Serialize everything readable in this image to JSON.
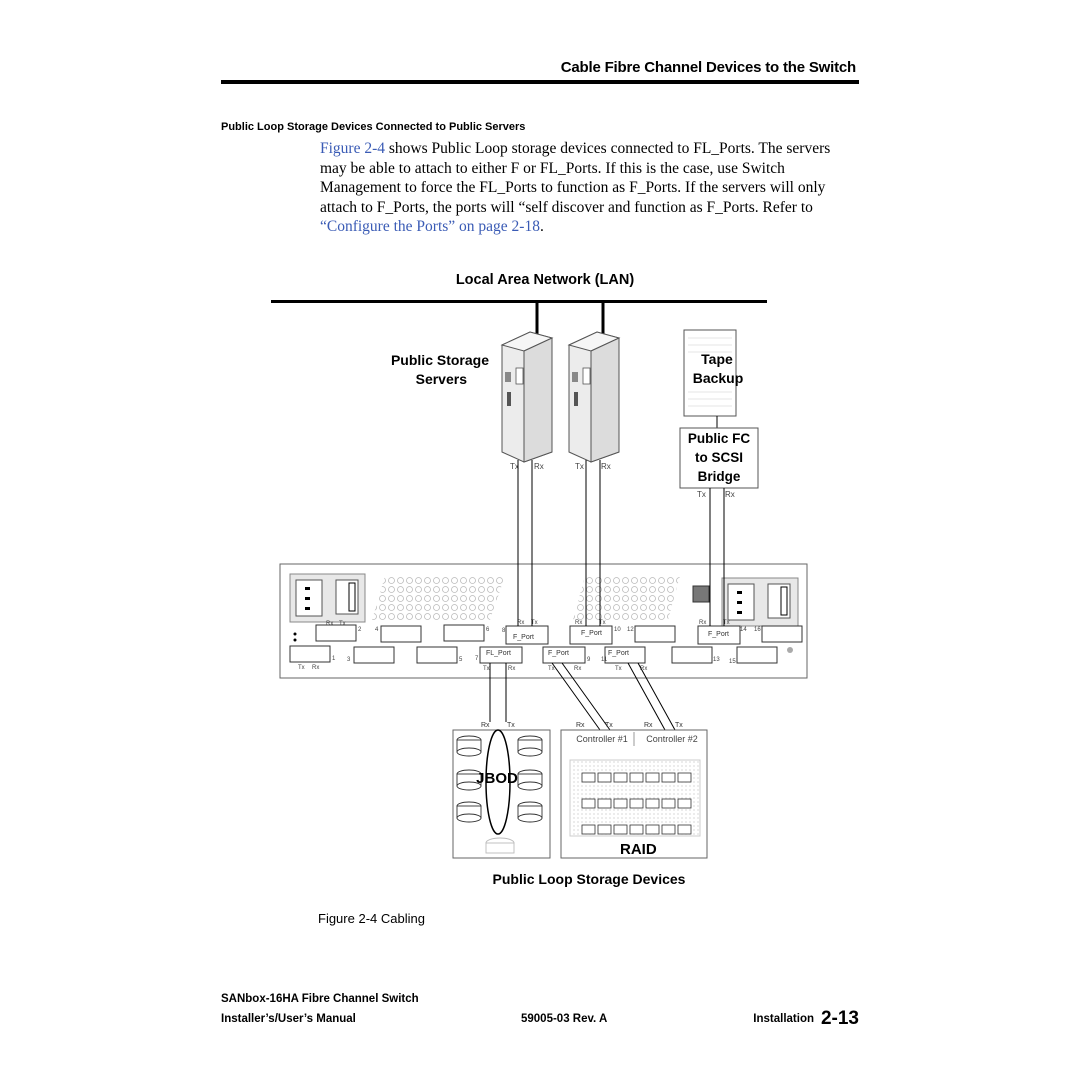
{
  "header": {
    "title": "Cable Fibre Channel Devices to the Switch"
  },
  "section": {
    "heading": "Public Loop Storage Devices Connected to Public Servers"
  },
  "body": {
    "figure_ref": "Figure 2-4",
    "text": " shows Public Loop storage devices connected to FL_Ports. The servers may be able to attach to either F or FL_Ports. If this is the case, use Switch Management to force the FL_Ports to function as F_Ports. If the servers will only attach to F_Ports, the ports will “self discover and function as F_Ports. Refer to ",
    "link": "“Configure the Ports” on page 2-18",
    "end": "."
  },
  "diagram": {
    "lan_label": "Local Area Network (LAN)",
    "servers_label_1": "Public Storage",
    "servers_label_2": "Servers",
    "tape_label_1": "Tape",
    "tape_label_2": "Backup",
    "bridge_label_1": "Public FC",
    "bridge_label_2": "to SCSI",
    "bridge_label_3": "Bridge",
    "tx": "Tx",
    "rx": "Rx",
    "f_port": "F_Port",
    "fl_port": "FL_Port",
    "port_numbers": [
      "1",
      "2",
      "3",
      "4",
      "5",
      "6",
      "7",
      "8",
      "9",
      "10",
      "11",
      "12",
      "13",
      "14",
      "15",
      "16"
    ],
    "jbod_label": "JBOD",
    "raid_label": "RAID",
    "controller_1": "Controller #1",
    "controller_2": "Controller #2",
    "devices_label": "Public Loop Storage Devices"
  },
  "caption": "Figure 2-4   Cabling",
  "footer": {
    "product": "SANbox-16HA Fibre Channel Switch",
    "manual": "Installer’s/User’s Manual",
    "rev": "59005-03 Rev. A",
    "section": "Installation",
    "page": "2-13"
  }
}
